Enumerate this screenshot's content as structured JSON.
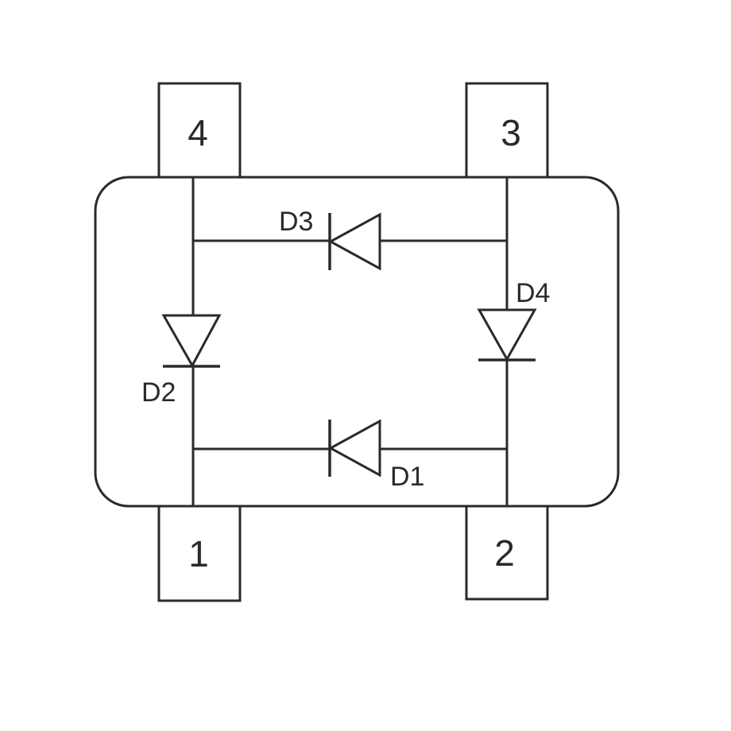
{
  "pins": [
    {
      "id": "pin1",
      "label": "1"
    },
    {
      "id": "pin2",
      "label": "2"
    },
    {
      "id": "pin3",
      "label": "3"
    },
    {
      "id": "pin4",
      "label": "4"
    }
  ],
  "diodes": [
    {
      "id": "d1",
      "label": "D1"
    },
    {
      "id": "d2",
      "label": "D2"
    },
    {
      "id": "d3",
      "label": "D3"
    },
    {
      "id": "d4",
      "label": "D4"
    }
  ],
  "colors": {
    "line": "#2a2a2a",
    "background": "#ffffff"
  }
}
